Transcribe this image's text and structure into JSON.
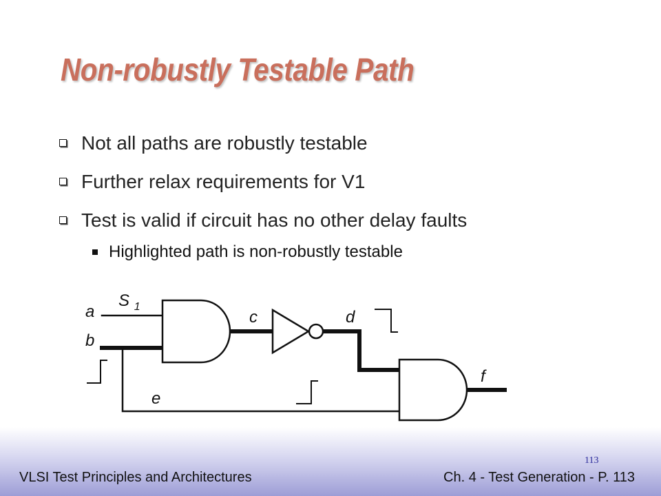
{
  "slide": {
    "title": "Non-robustly Testable Path",
    "bullets": [
      "Not all paths are robustly testable",
      "Further relax requirements for V1",
      "Test is valid if circuit has no other delay faults"
    ],
    "sub_bullet": "Highlighted path is non-robustly testable"
  },
  "diagram": {
    "labels": {
      "a": "a",
      "s": "S",
      "s_sub": "1",
      "b": "b",
      "c": "c",
      "d": "d",
      "e": "e",
      "f": "f"
    }
  },
  "footer": {
    "left": "VLSI Test Principles and Architectures",
    "right": "Ch. 4 - Test Generation - P. 113",
    "page_number": "113"
  },
  "colors": {
    "title": "#c96f5c",
    "footer_gradient_end": "#9d9dd6"
  }
}
